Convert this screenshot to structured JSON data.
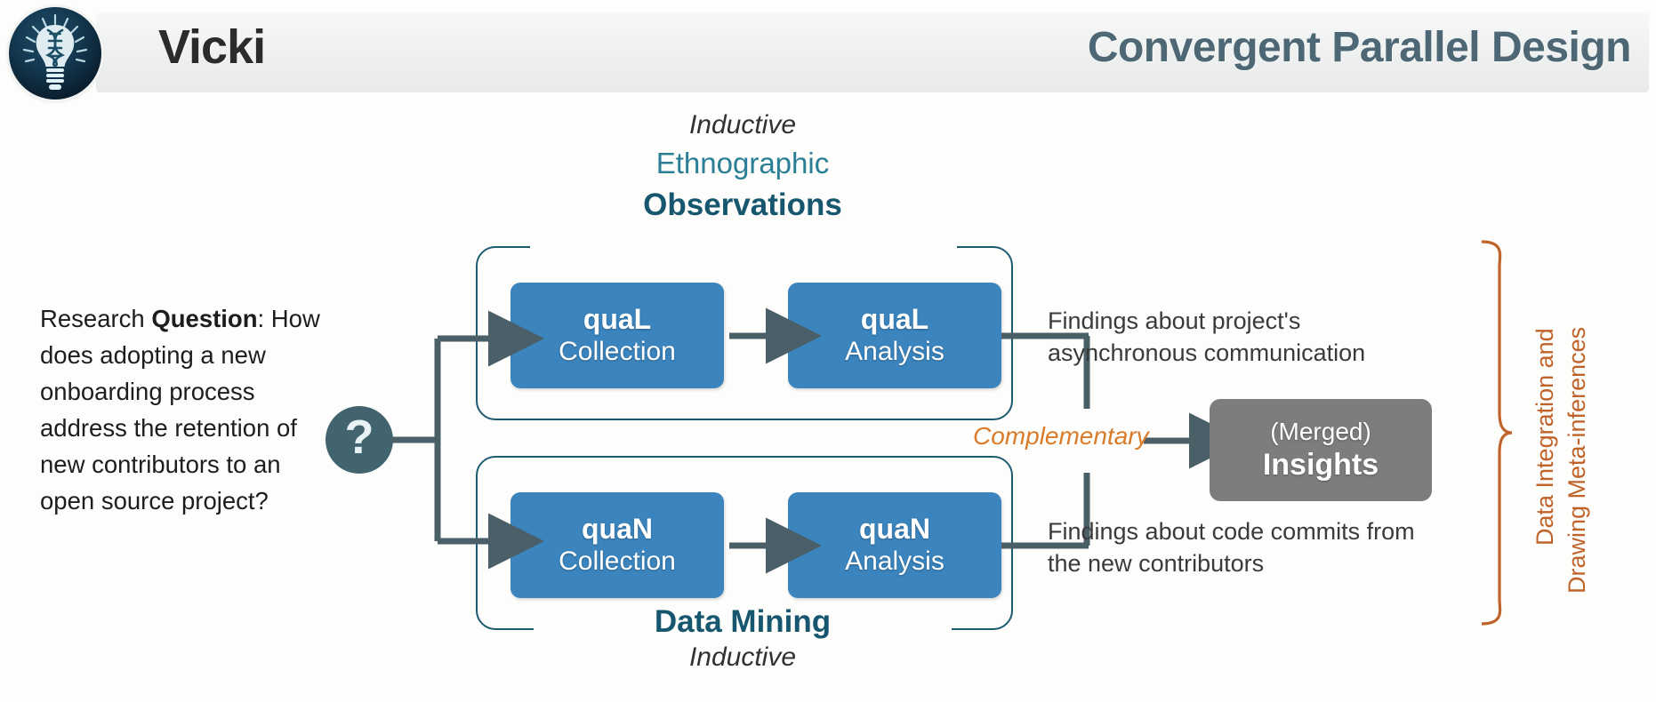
{
  "header": {
    "brand": "Vicki",
    "title": "Convergent Parallel Design",
    "logo_icon": "lightbulb-dna-icon",
    "accent_color": "#4d6775"
  },
  "research_question": {
    "lead": "Research ",
    "lead_bold": "Question",
    "body": ": How does adopting a new onboarding process address the retention of new contributors to an open source project?",
    "marker_icon": "question-mark-circle-icon",
    "marker_glyph": "?"
  },
  "strands": [
    {
      "id": "qualitative",
      "top_label": "Inductive",
      "method_label": "Ethnographic",
      "strand_label": "Observations",
      "boxes": [
        {
          "title": "quaL",
          "subtitle": "Collection"
        },
        {
          "title": "quaL",
          "subtitle": "Analysis"
        }
      ],
      "findings": "Findings about project's asynchronous communication"
    },
    {
      "id": "quantitative",
      "strand_label": "Data Mining",
      "bottom_label": "Inductive",
      "boxes": [
        {
          "title": "quaN",
          "subtitle": "Collection"
        },
        {
          "title": "quaN",
          "subtitle": "Analysis"
        }
      ],
      "findings": "Findings about code commits from the new contributors"
    }
  ],
  "merge": {
    "relation_label": "Complementary",
    "relation_color": "#d97b28",
    "box_line1": "(Merged)",
    "box_line2": "Insights",
    "box_color": "#7d7d7d"
  },
  "integration": {
    "line1": "Data Integration and",
    "line2": "Drawing Meta-inferences",
    "color": "#c0632a",
    "bracket_icon": "right-curly-bracket-icon"
  },
  "palette": {
    "box_blue": "#3b84bd",
    "group_border": "#1d5b72",
    "teal": "#2a7f96",
    "dark_teal": "#16566e",
    "connector": "#4a5f68"
  }
}
